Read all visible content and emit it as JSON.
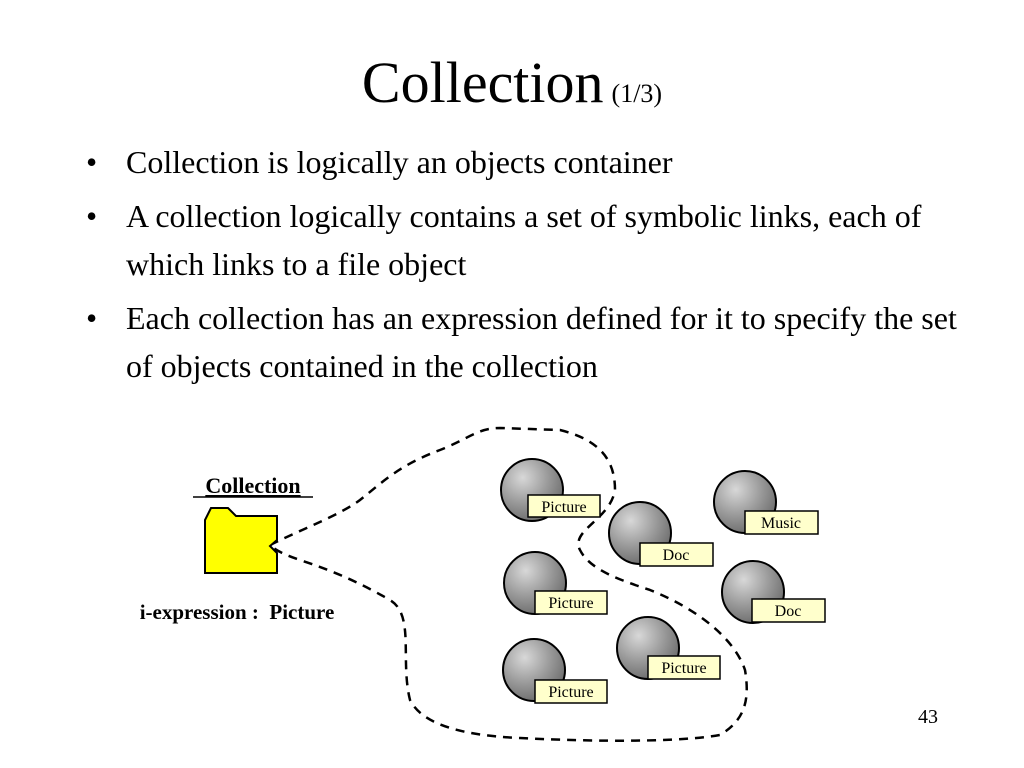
{
  "slide": {
    "title": "Collection",
    "title_sub": "(1/3)",
    "bullet_glyph": "•",
    "bullets": [
      "Collection is logically an objects container",
      "A collection logically contains a set of symbolic links, each of which links to a file object",
      "Each collection has an expression defined for it to specify the set of objects contained in the collection"
    ],
    "page_number": "43"
  },
  "diagram": {
    "collection_label": "Collection",
    "expression_label": "i-expression :  Picture",
    "folder_color": "#ffff00",
    "label_box_color": "#ffffcc",
    "object_fill_color": "#808080",
    "objects": [
      {
        "label": "Picture",
        "in_collection": true
      },
      {
        "label": "Doc",
        "in_collection": false
      },
      {
        "label": "Music",
        "in_collection": false
      },
      {
        "label": "Picture",
        "in_collection": true
      },
      {
        "label": "Doc",
        "in_collection": false
      },
      {
        "label": "Picture",
        "in_collection": true
      },
      {
        "label": "Picture",
        "in_collection": true
      }
    ]
  }
}
